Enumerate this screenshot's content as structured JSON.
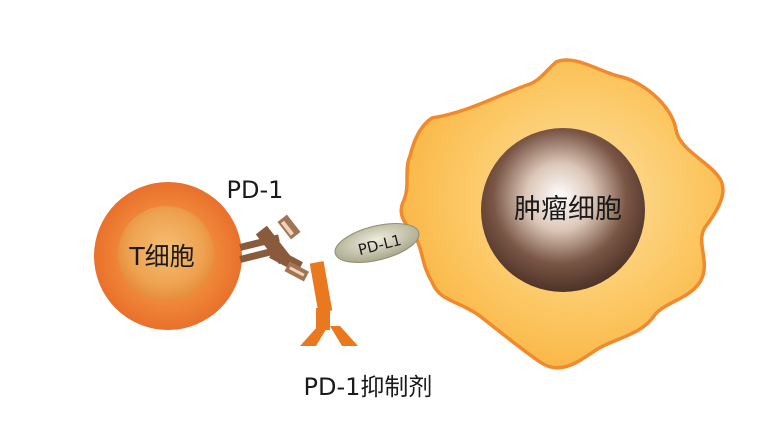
{
  "labels": {
    "t_cell": "T细胞",
    "pd1": "PD-1",
    "pdl1": "PD-L1",
    "tumor_cell": "肿瘤细胞",
    "inhibitor": "PD-1抑制剂"
  },
  "colors": {
    "background": "#ffffff",
    "t_cell_outer": "#e9702b",
    "t_cell_nucleus": "#f1a95a",
    "tumor_body": "#fbc25a",
    "tumor_outline": "#f08a2c",
    "tumor_nucleus_dark": "#4e3327",
    "pd1_receptor": "#8a5a3d",
    "pdl1_ligand": "#c3c1a5",
    "inhibitor": "#e9781f"
  }
}
